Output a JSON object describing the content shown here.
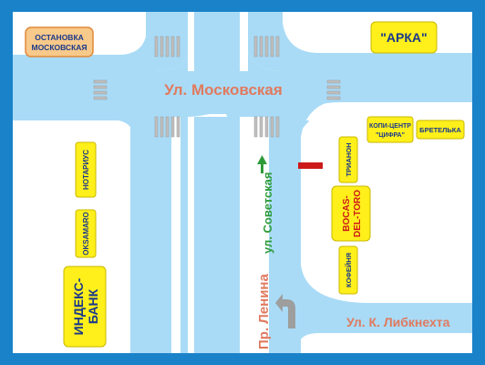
{
  "streets": {
    "moskovskaya": "Ул. Московская",
    "sovetskaya": "ул. Советская",
    "lenina": "Пр. Ленина",
    "libknekhta": "Ул. К. Либкнехта"
  },
  "places": {
    "bus_stop": [
      "ОСТАНОВКА",
      "МОСКОВСКАЯ"
    ],
    "arka": "\"АРКА\"",
    "copy_center": [
      "КОПИ-ЦЕНТР",
      "\"ЦИФРА\""
    ],
    "bretelka": "БРЕТЕЛЬКА",
    "trianon": "ТРИАНОН",
    "bocas": [
      "BOCAS-",
      "DEL-TORO"
    ],
    "kofeynya": "КОФЕЙНЯ",
    "notarius": "НОТАРИУС",
    "oksamaro": "OKSAMARO",
    "index_bank": [
      "ИНДЕКС-",
      "БАНК"
    ]
  },
  "colors": {
    "frame": "#1a82c9",
    "road": "#a9dbf6",
    "ground": "#ffffff",
    "street_label": "#e07a5f",
    "sovetskaya_label": "#2e9b3a",
    "place_fill": "#ffef1a",
    "bus_stop_fill": "#f7c98a",
    "marker": "#cc1a1a",
    "arrow": "#9e9e9e"
  },
  "icons": {
    "north_arrow": "up-arrow-icon",
    "turn_arrow": "u-turn-arrow-icon",
    "stop_marker": "stop-marker-icon"
  }
}
